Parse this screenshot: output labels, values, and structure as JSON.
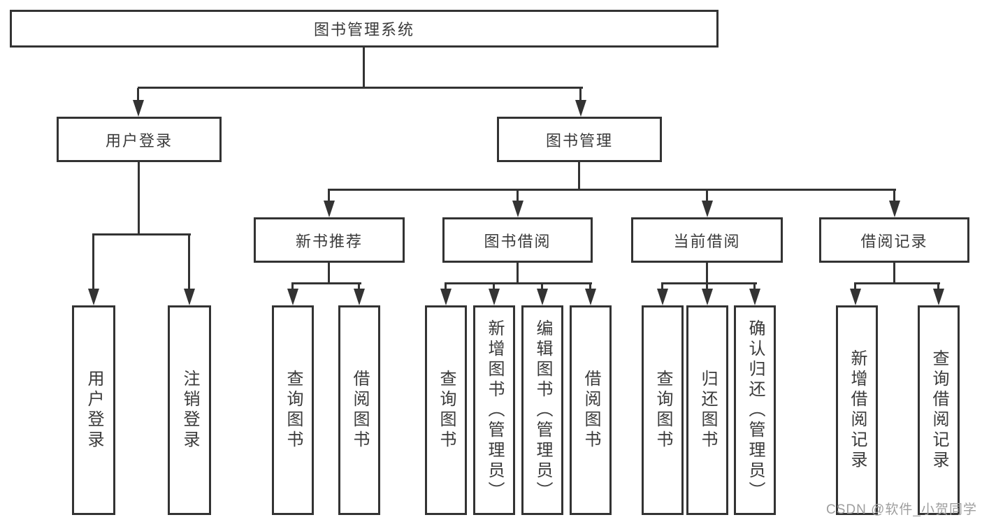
{
  "diagram": {
    "tree": {
      "label": "图书管理系统",
      "children": [
        {
          "label": "用户登录",
          "children": [
            {
              "label": "用户登录"
            },
            {
              "label": "注销登录"
            }
          ]
        },
        {
          "label": "图书管理",
          "children": [
            {
              "label": "新书推荐",
              "children": [
                {
                  "label": "查询图书"
                },
                {
                  "label": "借阅图书"
                }
              ]
            },
            {
              "label": "图书借阅",
              "children": [
                {
                  "label": "查询图书"
                },
                {
                  "label": "新增图书（管理员）"
                },
                {
                  "label": "编辑图书（管理员）"
                },
                {
                  "label": "借阅图书"
                }
              ]
            },
            {
              "label": "当前借阅",
              "children": [
                {
                  "label": "查询图书"
                },
                {
                  "label": "归还图书"
                },
                {
                  "label": "确认归还（管理员）"
                }
              ]
            },
            {
              "label": "借阅记录",
              "children": [
                {
                  "label": "新增借阅记录"
                },
                {
                  "label": "查询借阅记录"
                }
              ]
            }
          ]
        }
      ]
    },
    "watermark": "CSDN @软件_小贺同学",
    "colors": {
      "border": "#333333",
      "text": "#3a3a3a",
      "watermark": "#9e9e9e",
      "background": "#ffffff"
    }
  }
}
